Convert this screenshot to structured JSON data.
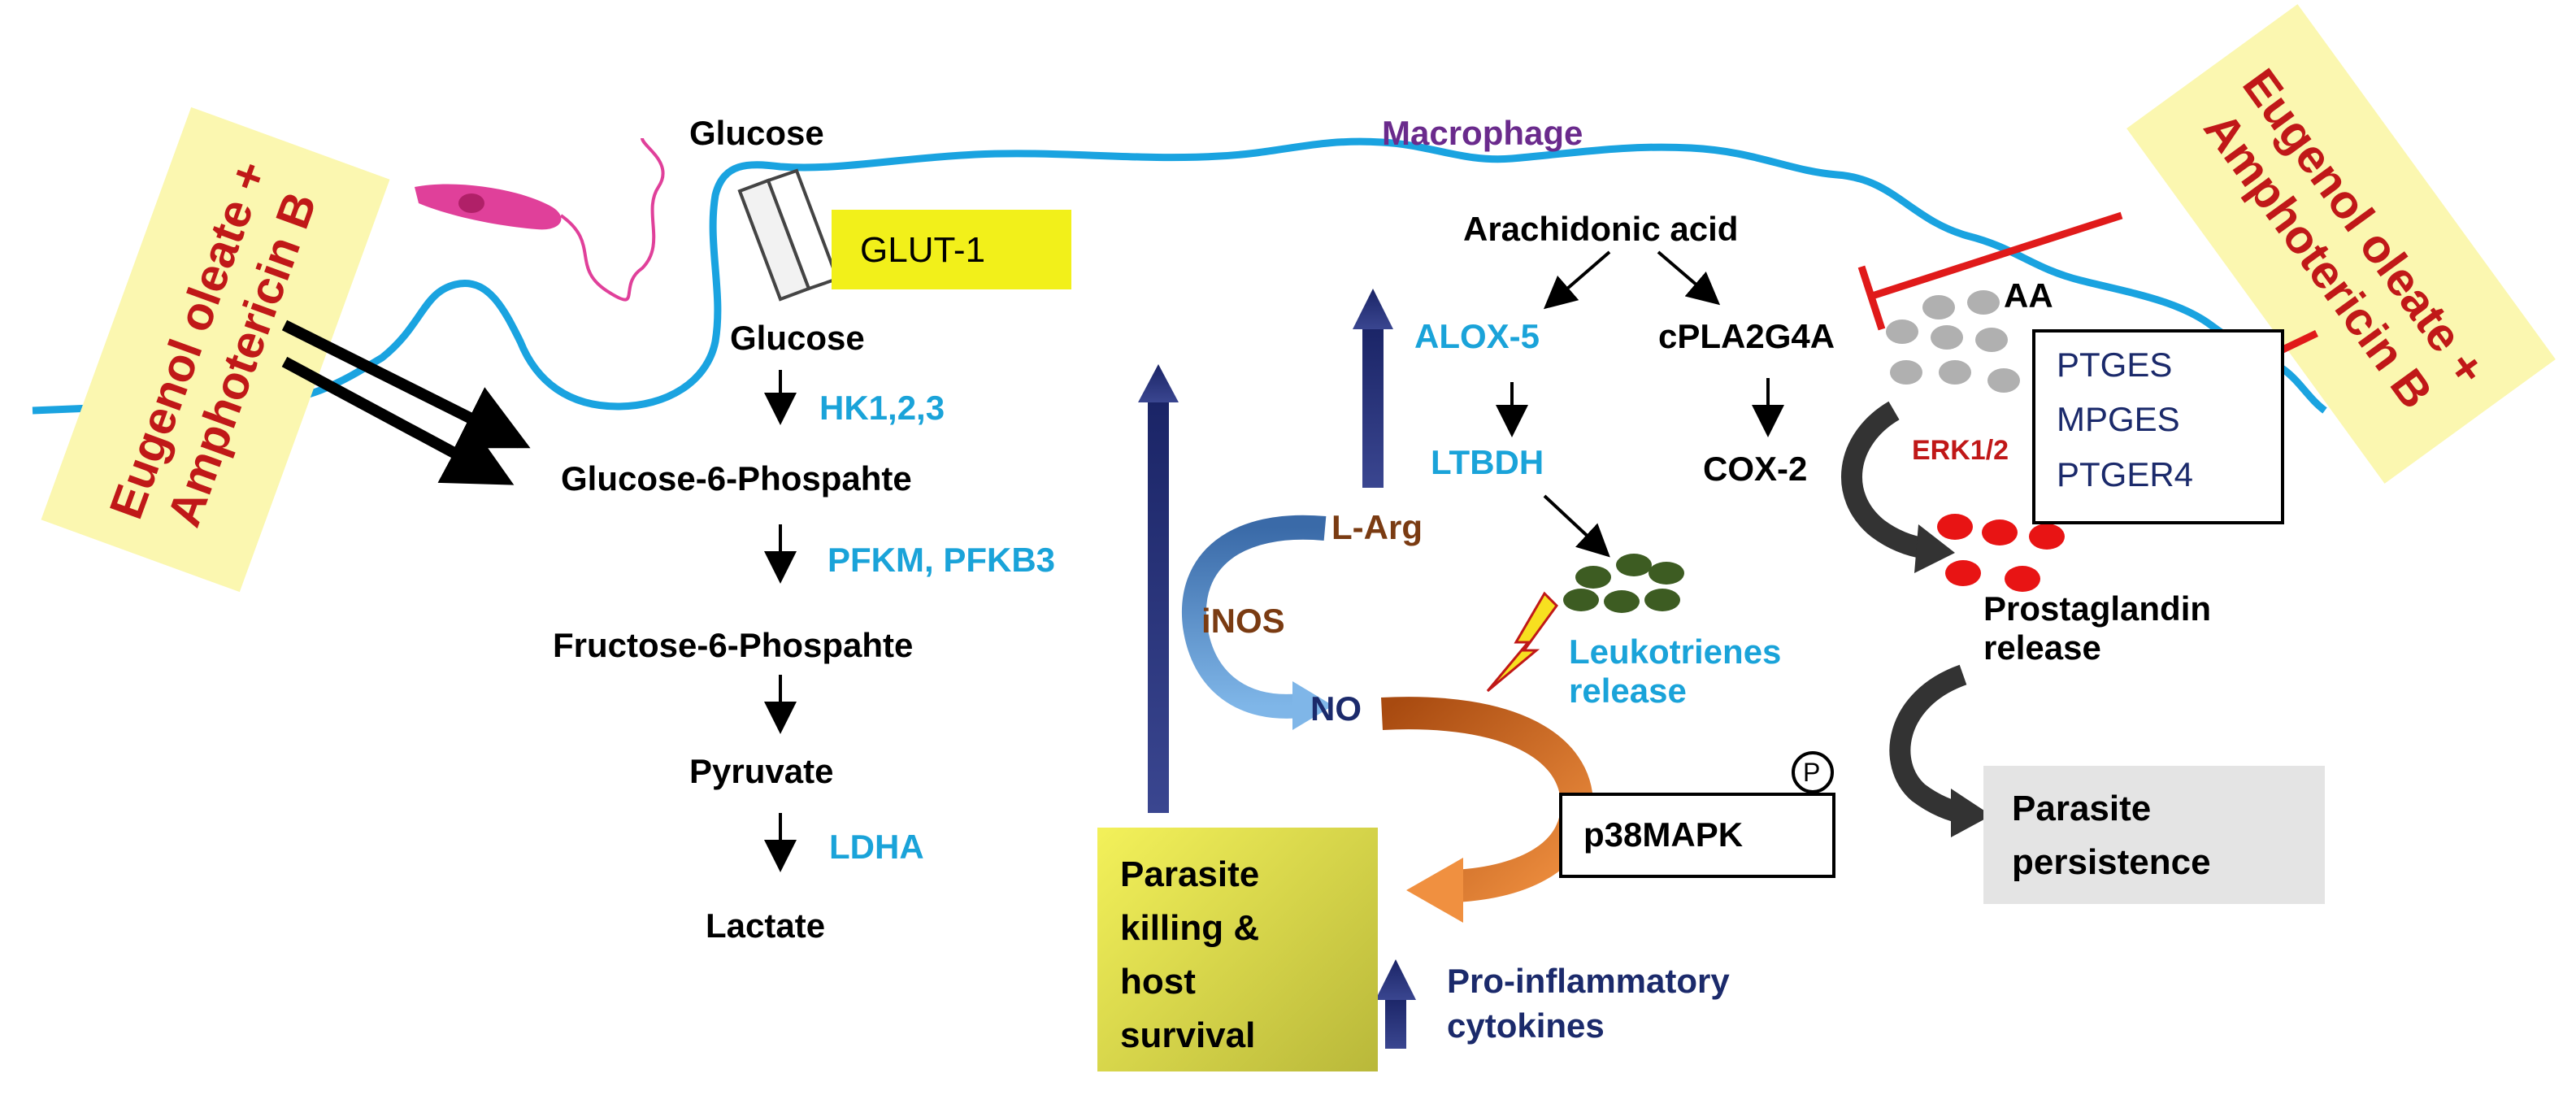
{
  "treatment_left": {
    "line1": "Eugenol oleate +",
    "line2": "Amphotericin B"
  },
  "treatment_right": {
    "line1": "Eugenol oleate +",
    "line2": "Amphotericin B"
  },
  "macrophage_label": "Macrophage",
  "glycolysis": {
    "glucose_outside": "Glucose",
    "transporter": "GLUT-1",
    "glucose_inside": "Glucose",
    "enzyme1": "HK1,2,3",
    "g6p": "Glucose-6-Phospahte",
    "enzyme2": "PFKM, PFKB3",
    "f6p": "Fructose-6-Phospahte",
    "pyruvate": "Pyruvate",
    "enzyme3": "LDHA",
    "lactate": "Lactate"
  },
  "arachidonic": {
    "acid": "Arachidonic acid",
    "alox": "ALOX-5",
    "ltbdh": "LTBDH",
    "cpla": "cPLA2G4A",
    "cox": "COX-2",
    "aa": "AA",
    "erk": "ERK1/2",
    "ptges": "PTGES",
    "mpges": "MPGES",
    "ptger4": "PTGER4",
    "prostaglandin_line1": "Prostaglandin",
    "prostaglandin_line2": "release",
    "leukotrienes_line1": "Leukotrienes",
    "leukotrienes_line2": "release"
  },
  "nitric": {
    "larg": "L-Arg",
    "inos": "iNOS",
    "no": "NO",
    "p38": "p38MAPK",
    "phospho": "P"
  },
  "outcomes": {
    "killing_line1": "Parasite",
    "killing_line2": "killing &",
    "killing_line3": "host",
    "killing_line4": "survival",
    "persistence_line1": "Parasite",
    "persistence_line2": "persistence",
    "cytokines_line1": "Pro-inflammatory",
    "cytokines_line2": "cytokines"
  },
  "colors": {
    "membrane": "#1aa3e0",
    "treatment_box": "#fbf7b0",
    "treatment_text": "#b8141c",
    "glut_box": "#f2f01a",
    "killing_box": "#d9d84a",
    "enzyme_text": "#1aa3d9",
    "navy_arrow": "#1a2466",
    "orange_arrow": "#e6782a",
    "inhibit": "#e01a1a",
    "leukotriene_dots": "#3d5c22",
    "prostaglandin_dots": "#e81414",
    "aa_dots": "#b0b0b0",
    "persistence_box": "#e4e4e4",
    "parasite": "#e0409a"
  }
}
